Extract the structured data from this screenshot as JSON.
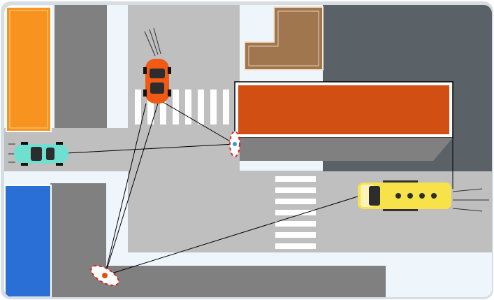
{
  "scene": {
    "colors": {
      "frame": "#d6dde3",
      "sidewalk": "#eef6fc",
      "road": "#bfbfbf",
      "building_shadow": "#7f7f7f",
      "dark_building": "#5a6268",
      "orange_building": "#f7931e",
      "blue_building": "#2a6fd6",
      "brown_building": "#a0764f",
      "red_roof": "#d24f14",
      "crosswalk": "#ffffff",
      "link_line": "#000000"
    },
    "objects": [
      {
        "name": "orange-sports-car",
        "color": "#f05a14"
      },
      {
        "name": "teal-sports-car",
        "color": "#6fe0d0"
      },
      {
        "name": "yellow-bus",
        "color": "#f7e24a"
      },
      {
        "name": "roadside-sensor-top",
        "color": "#e02020"
      },
      {
        "name": "roadside-sensor-bottom",
        "color": "#e02020"
      }
    ]
  }
}
